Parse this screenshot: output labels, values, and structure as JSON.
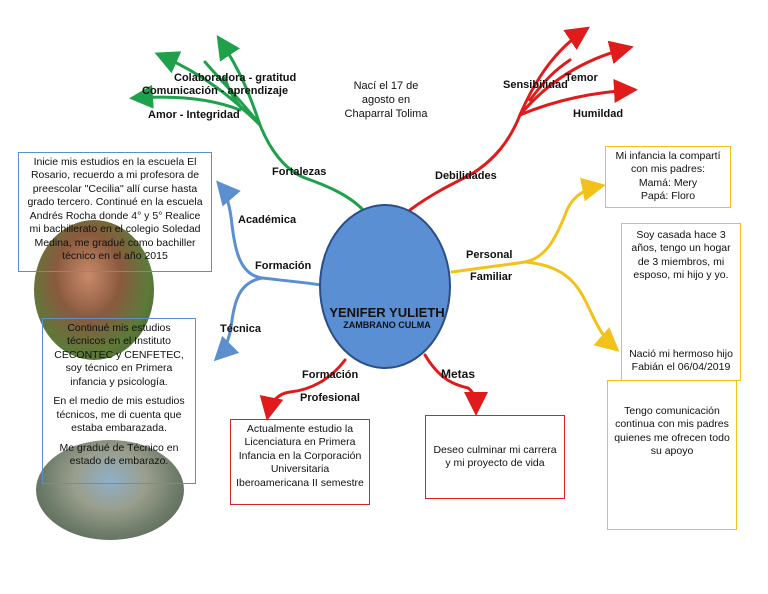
{
  "center": {
    "name_line1": "YENIFER YULIETH",
    "name_line2": "ZAMBRANO CULMA"
  },
  "birth_note": "Nací el 17 de agosto en Chaparral Tolima",
  "colors": {
    "green": "#1fa04a",
    "red": "#e01b1b",
    "yellow": "#f2c21b",
    "blue": "#5b8fcf",
    "node": "#5b8fd3"
  },
  "fortalezas": {
    "label": "Fortalezas",
    "items": [
      "Colaboradora - gratitud",
      "Comunicación - aprendizaje",
      "Amor - Integridad"
    ]
  },
  "debilidades": {
    "label": "Debilidades",
    "items": [
      "Sensibilidad",
      "Temor",
      "Humildad"
    ]
  },
  "formacion": {
    "label": "Formación",
    "academica_label": "Académica",
    "tecnica_label": "Técnica",
    "academica_text": "Inicie mis estudios en la escuela El Rosario, recuerdo a mi profesora de preescolar \"Cecilia\" allí curse hasta grado tercero. Continué en la escuela Andrés Rocha donde 4° y 5° Realice mi bachillerato en el colegio Soledad Medina, me gradué como bachiller técnico en el año 2015",
    "tecnica_paragraphs": [
      "Continué mis estudios técnicos en el Instituto CECONTEC y CENFETEC, soy técnico en Primera infancia y psicología.",
      "En el medio de mis estudios técnicos, me di cuenta que estaba embarazada.",
      "Me gradué de Técnico en estado de embarazo."
    ]
  },
  "formacion_profesional": {
    "label_line1": "Formación",
    "label_line2": "Profesional",
    "text": "Actualmente estudio la Licenciatura en Primera Infancia en la Corporación Universitaria Iberoamericana II semestre"
  },
  "metas": {
    "label": "Metas",
    "text": "Deseo culminar mi carrera y mi proyecto de vida"
  },
  "personal_familiar": {
    "label_line1": "Personal",
    "label_line2": "Familiar",
    "infancia_lines": [
      "Mi infancia la compartí con mis padres:",
      "Mamá: Mery",
      "Papá: Floro"
    ],
    "casada": "Soy casada hace 3 años, tengo un hogar de 3 miembros, mi esposo, mi hijo y yo.",
    "hijo": "Nació mi hermoso hijo Fabián el 06/04/2019",
    "comunicacion": "Tengo comunicación continua con mis padres quienes me ofrecen todo su apoyo"
  }
}
